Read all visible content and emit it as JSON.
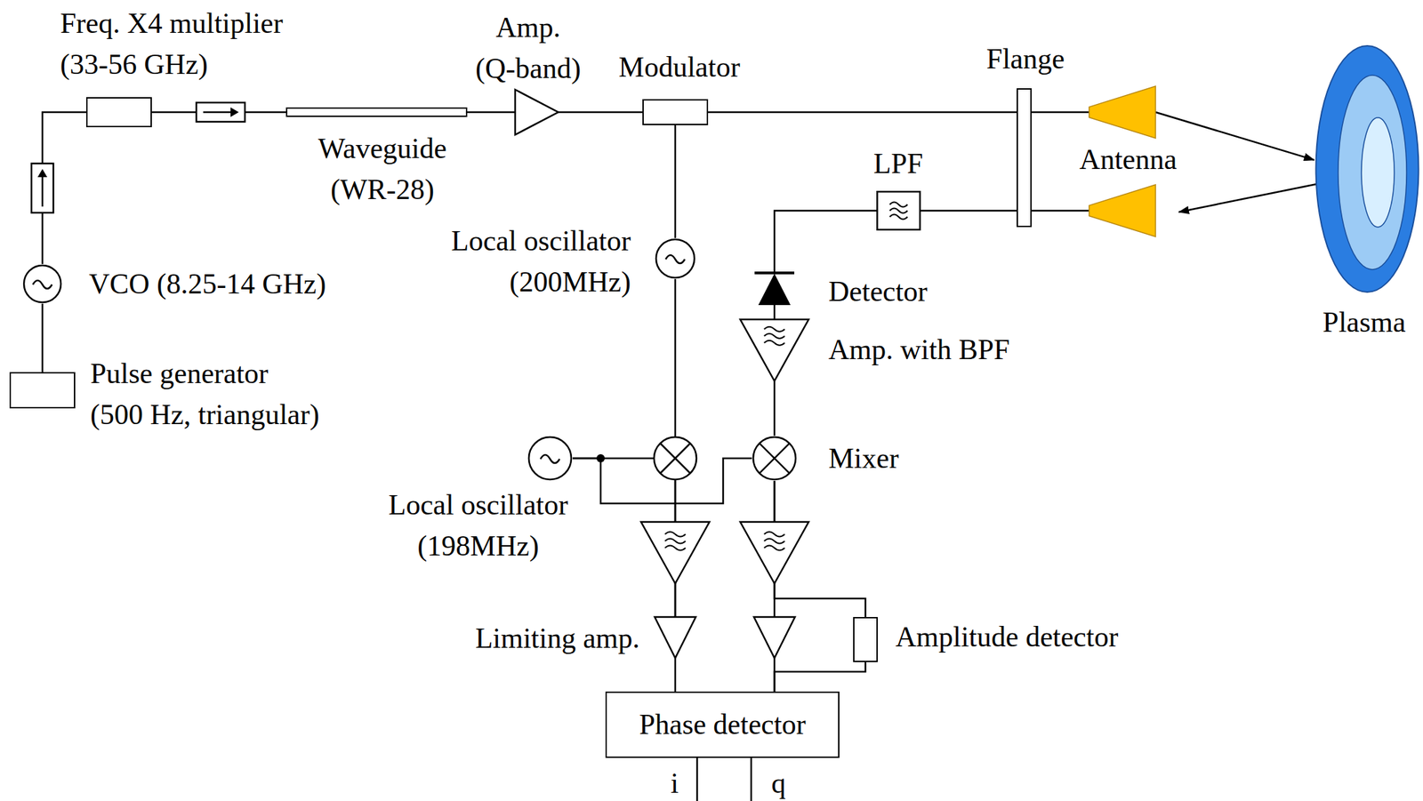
{
  "diagram": {
    "nodes": [
      {
        "text": [
          "Freq. X4 multiplier (33-56 GHz)"
        ]
      },
      {
        "text": [
          "Amp. (Q-band)"
        ]
      },
      {
        "text": [
          "Modulator"
        ]
      },
      {
        "text": [
          "Flange"
        ]
      },
      {
        "text": [
          "Waveguide (WR-28)"
        ]
      },
      {
        "text": [
          "LPF"
        ]
      },
      {
        "text": [
          "Antenna"
        ]
      },
      {
        "text": [
          "Plasma"
        ]
      },
      {
        "text": [
          "Local oscillator (200MHz)"
        ]
      },
      {
        "text": [
          "VCO (8.25-14 GHz)"
        ]
      },
      {
        "text": [
          "Detector"
        ]
      },
      {
        "text": [
          "Amp. with BPF"
        ]
      },
      {
        "text": [
          "Pulse generator (500 Hz, triangular)"
        ]
      },
      {
        "text": [
          "Mixer"
        ]
      },
      {
        "text": [
          "Local oscillator (198MHz)"
        ]
      },
      {
        "text": [
          "Limiting amp."
        ]
      },
      {
        "text": [
          "Amplitude detector"
        ]
      },
      {
        "text": [
          "Phase detector"
        ]
      }
    ],
    "edges": [
      {
        "from": 12,
        "to": 9,
        "arrow": "none"
      },
      {
        "from": 9,
        "to": 0,
        "arrow": "none"
      },
      {
        "from": 0,
        "to": 4,
        "arrow": "none"
      },
      {
        "from": 4,
        "to": 1,
        "arrow": "none"
      },
      {
        "from": 1,
        "to": 2,
        "arrow": "none"
      },
      {
        "from": 8,
        "to": 2,
        "arrow": "none"
      },
      {
        "from": 2,
        "to": 3,
        "arrow": "none"
      },
      {
        "from": 3,
        "to": 6,
        "arrow": "none"
      },
      {
        "from": 6,
        "to": 7,
        "arrow": "to"
      },
      {
        "from": 3,
        "to": 5,
        "arrow": "none"
      },
      {
        "from": 5,
        "to": 10,
        "arrow": "none"
      },
      {
        "from": 10,
        "to": 11,
        "arrow": "none"
      },
      {
        "from": 11,
        "to": 13,
        "arrow": "none"
      },
      {
        "from": 14,
        "to": 13,
        "arrow": "none"
      },
      {
        "from": 8,
        "to": 15,
        "arrow": "none"
      },
      {
        "from": 14,
        "to": 15,
        "arrow": "none"
      },
      {
        "from": 15,
        "to": 17,
        "arrow": "none"
      },
      {
        "from": 13,
        "to": 17,
        "arrow": "none"
      },
      {
        "from": 13,
        "to": 16,
        "arrow": "none"
      },
      {
        "from": 16,
        "to": 17,
        "arrow": "none"
      }
    ],
    "labels": [
      "i",
      "q"
    ]
  }
}
